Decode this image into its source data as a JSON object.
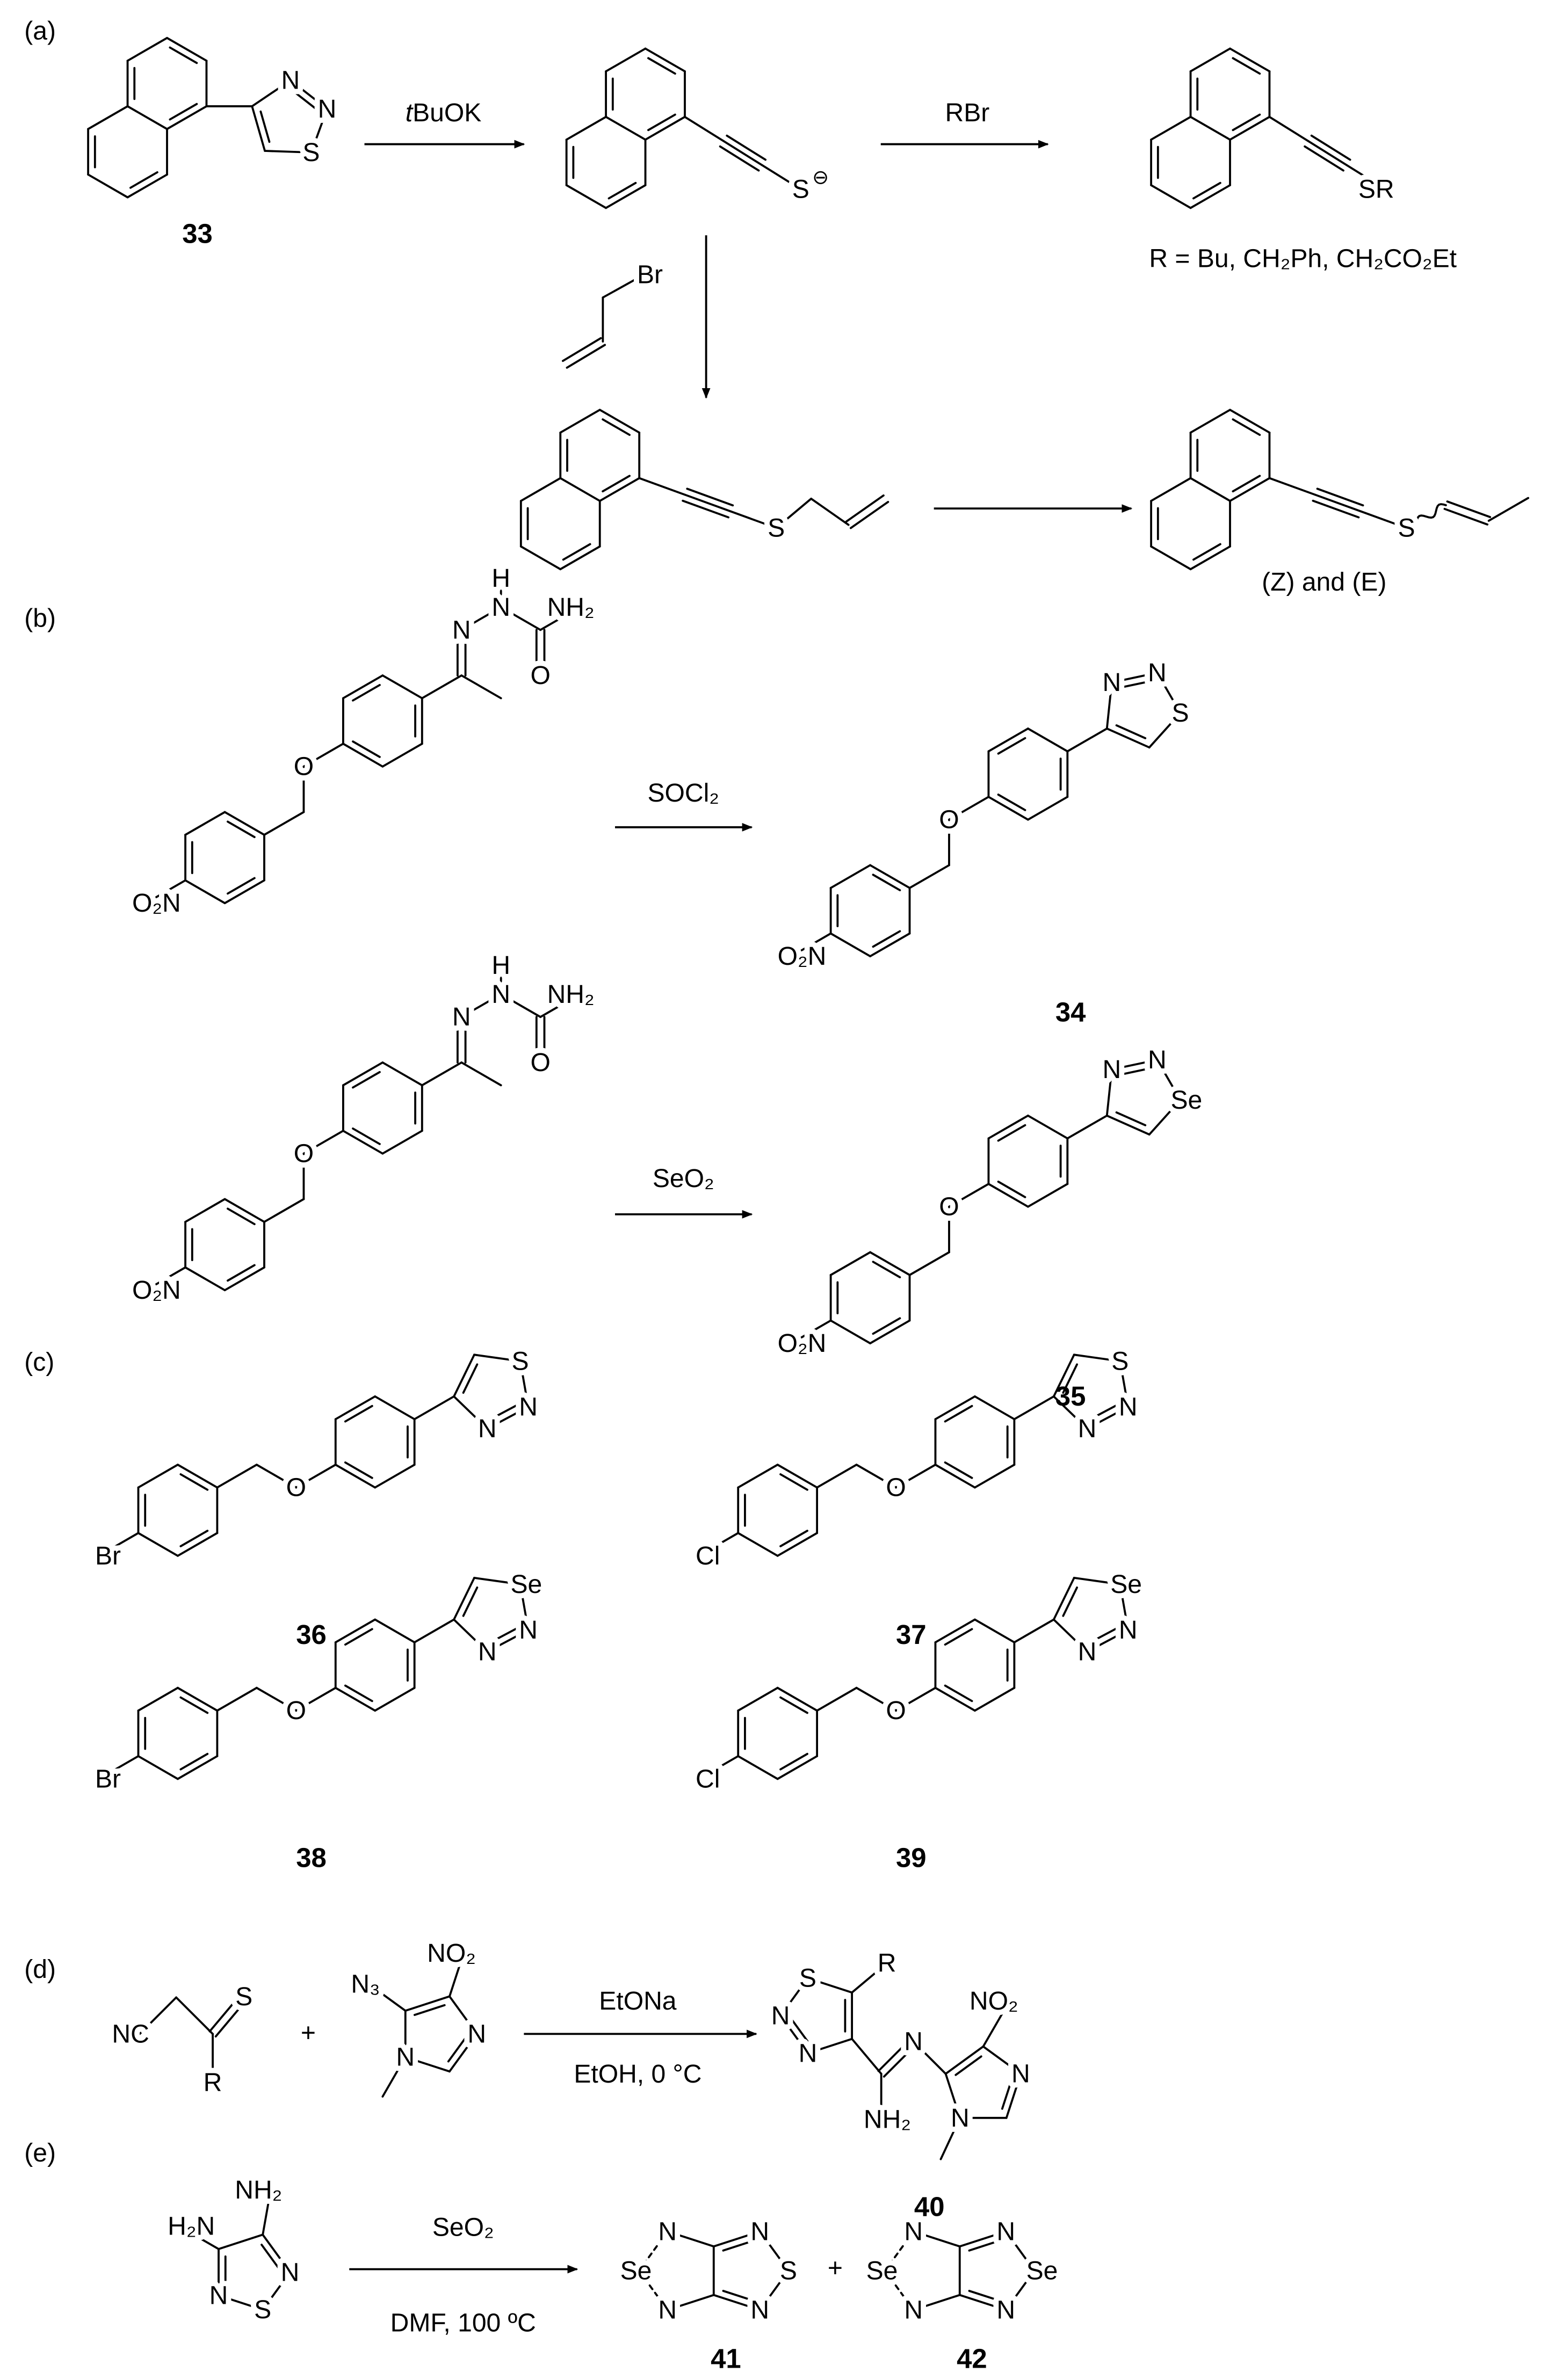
{
  "sections": {
    "a": "(a)",
    "b": "(b)",
    "c": "(c)",
    "d": "(d)",
    "e": "(e)"
  },
  "reagents": {
    "a_base_italic": "t",
    "a_base": "BuOK",
    "a_alkylation": "RBr",
    "b_thiadiazole": "SOCl₂",
    "b_selenadiazole": "SeO₂",
    "d_base": "EtONa",
    "d_conditions": "EtOH, 0 °C",
    "e_reagent": "SeO₂",
    "e_conditions": "DMF, 100 ºC"
  },
  "compounds": {
    "c33": "33",
    "c34": "34",
    "c35": "35",
    "c36": "36",
    "c37": "37",
    "c38": "38",
    "c39": "39",
    "c40": "40",
    "c41": "41",
    "c42": "42"
  },
  "notes": {
    "r_groups": "R = Bu, CH₂Ph, CH₂CO₂Et",
    "isomers": "(Z) and (E)",
    "plus": "+"
  },
  "atoms": {
    "N": "N",
    "S": "S",
    "Se": "Se",
    "O": "O",
    "H": "H",
    "R": "R",
    "Br": "Br",
    "Cl": "Cl",
    "SR": "SR",
    "NH2": "NH₂",
    "H2N": "H₂N",
    "O2N": "O₂N",
    "NO2": "NO₂",
    "N3": "N₃",
    "NC": "NC",
    "charge": "⊖"
  }
}
